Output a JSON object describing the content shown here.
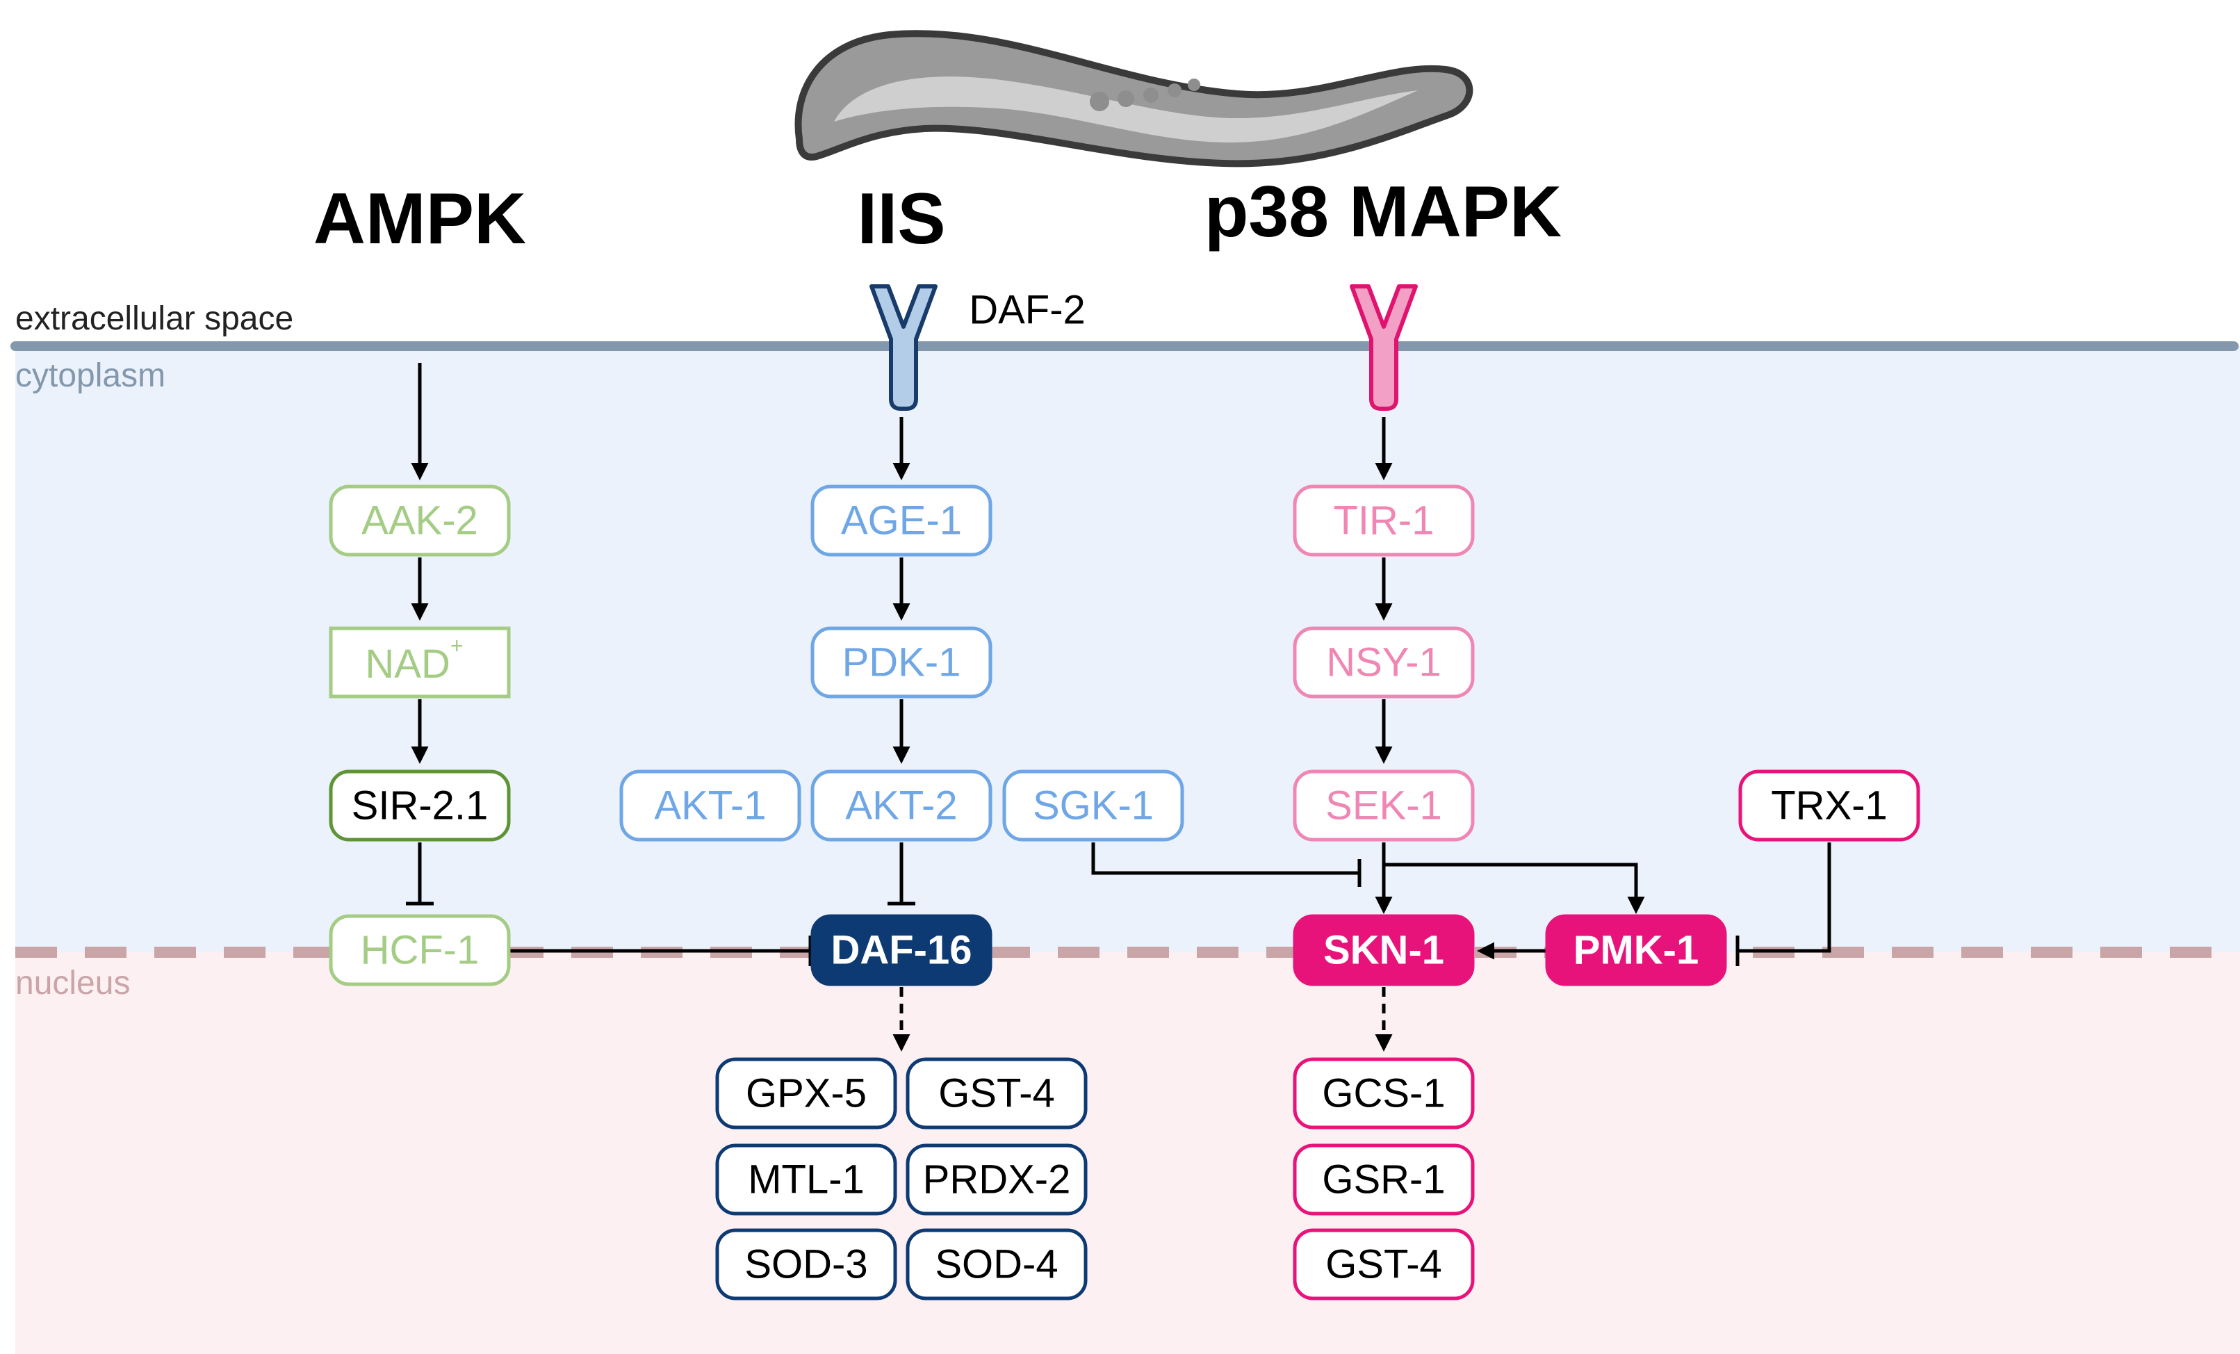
{
  "headings": {
    "ampk": "AMPK",
    "iis": "IIS",
    "p38": "p38 MAPK"
  },
  "regions": {
    "extracellular": "extracellular space",
    "cytoplasm": "cytoplasm",
    "nucleus": "nucleus"
  },
  "receptor_label": "DAF-2",
  "ampk": {
    "aak2": "AAK-2",
    "nad": "NAD",
    "nad_sup": "+",
    "sir21": "SIR-2.1",
    "hcf1": "HCF-1"
  },
  "iis": {
    "age1": "AGE-1",
    "pdk1": "PDK-1",
    "akt1": "AKT-1",
    "akt2": "AKT-2",
    "sgk1": "SGK-1",
    "daf16": "DAF-16"
  },
  "iis_targets": [
    "GPX-5",
    "GST-4",
    "MTL-1",
    "PRDX-2",
    "SOD-3",
    "SOD-4"
  ],
  "p38": {
    "tir1": "TIR-1",
    "nsy1": "NSY-1",
    "sek1": "SEK-1",
    "trx1": "TRX-1",
    "skn1": "SKN-1",
    "pmk1": "PMK-1"
  },
  "p38_targets": [
    "GCS-1",
    "GSR-1",
    "GST-4"
  ],
  "colors": {
    "ampk_light": "#a4cc85",
    "ampk_dark": "#5e9436",
    "iis_light": "#6fa6e6",
    "iis_dark": "#0e3a73",
    "p38_light": "#ef86b4",
    "p38_dark": "#e8137a",
    "cytoplasm_bg": "#ebf2fb",
    "nucleus_bg": "#fcf0f3",
    "membrane": "#8397ad",
    "nuclear_envelope": "#c9a5a8"
  }
}
